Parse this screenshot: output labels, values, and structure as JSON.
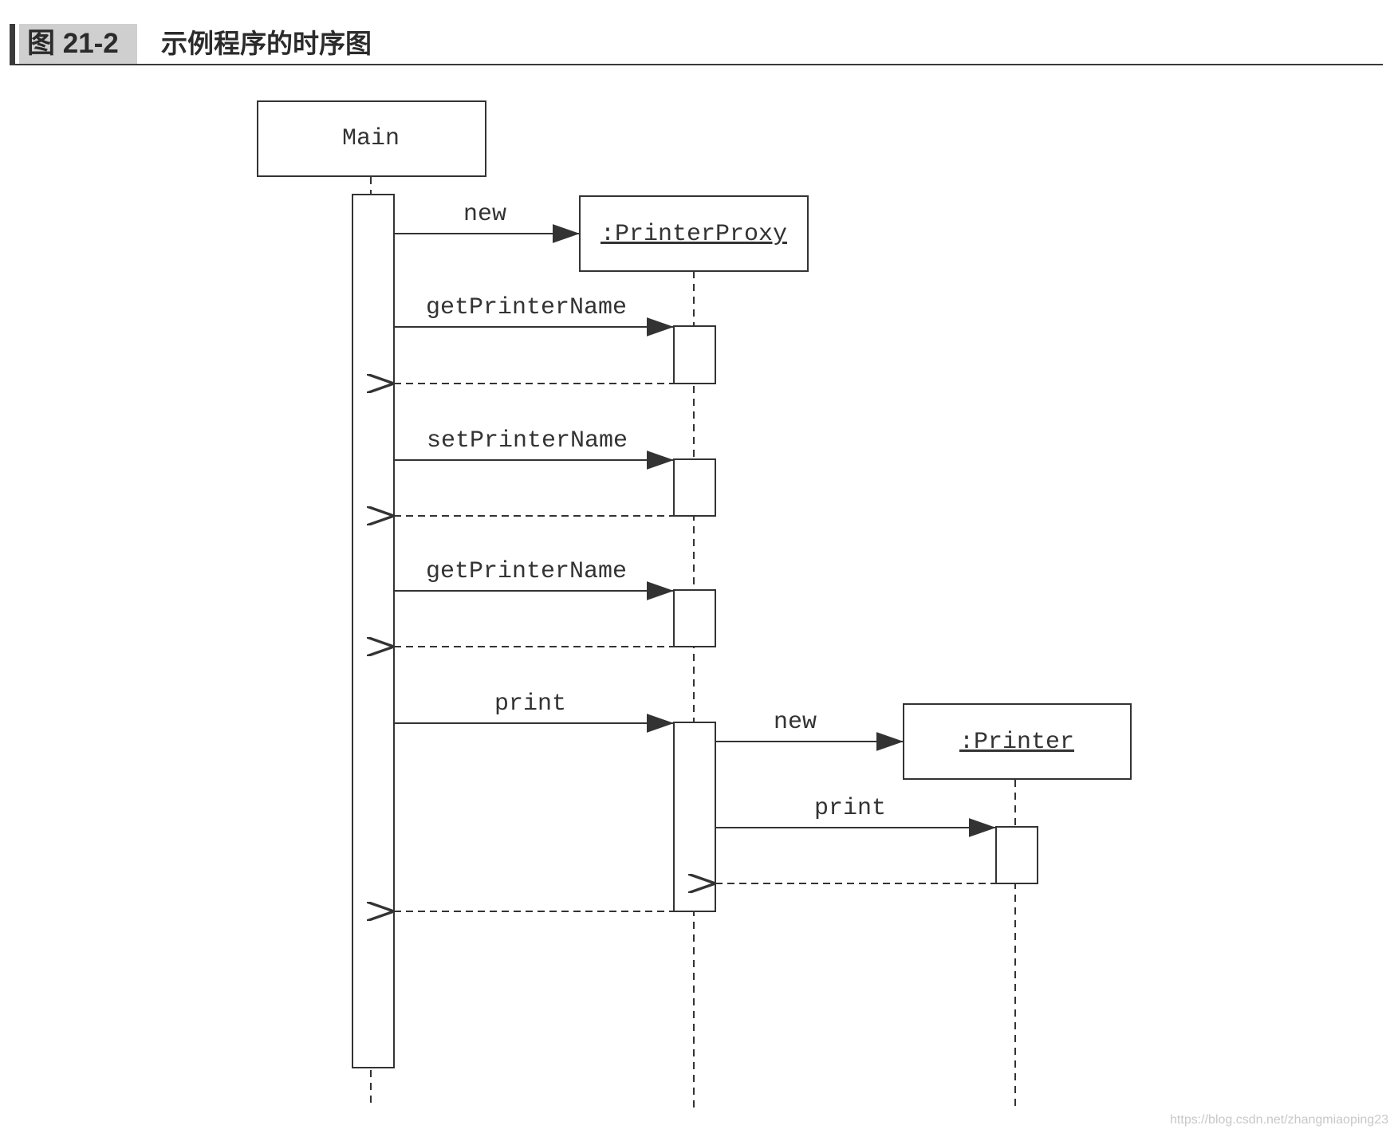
{
  "figure": {
    "tag": "图 21-2",
    "title": "示例程序的时序图"
  },
  "participants": {
    "main": "Main",
    "proxy": ":PrinterProxy",
    "printer": ":Printer"
  },
  "messages": {
    "new_proxy": "new",
    "get_name_1": "getPrinterName",
    "set_name": "setPrinterName",
    "get_name_2": "getPrinterName",
    "print_proxy": "print",
    "new_printer": "new",
    "print_printer": "print"
  },
  "watermark": "https://blog.csdn.net/zhangmiaoping23"
}
